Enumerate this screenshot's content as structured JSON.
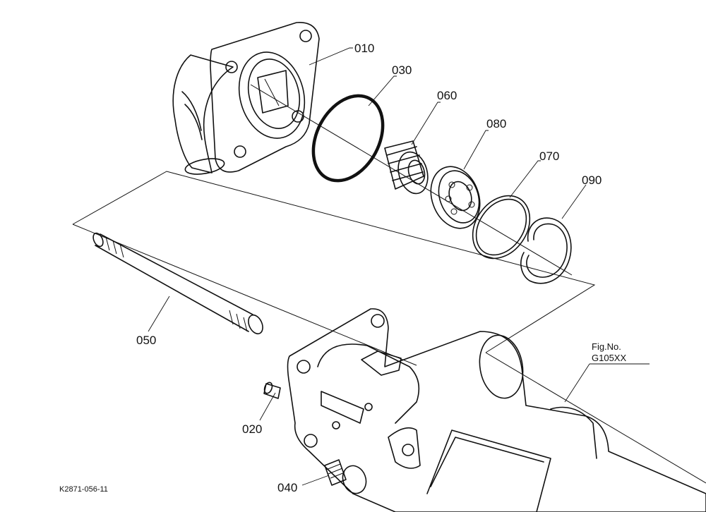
{
  "diagram": {
    "drawing_code": "K2871-056-11",
    "figure_reference": {
      "line1": "Fig.No.",
      "line2": "G105XX"
    },
    "parts": [
      {
        "id": "010",
        "label": "010"
      },
      {
        "id": "030",
        "label": "030"
      },
      {
        "id": "060",
        "label": "060"
      },
      {
        "id": "080",
        "label": "080"
      },
      {
        "id": "070",
        "label": "070"
      },
      {
        "id": "090",
        "label": "090"
      },
      {
        "id": "050",
        "label": "050"
      },
      {
        "id": "020",
        "label": "020"
      },
      {
        "id": "040",
        "label": "040"
      }
    ]
  }
}
